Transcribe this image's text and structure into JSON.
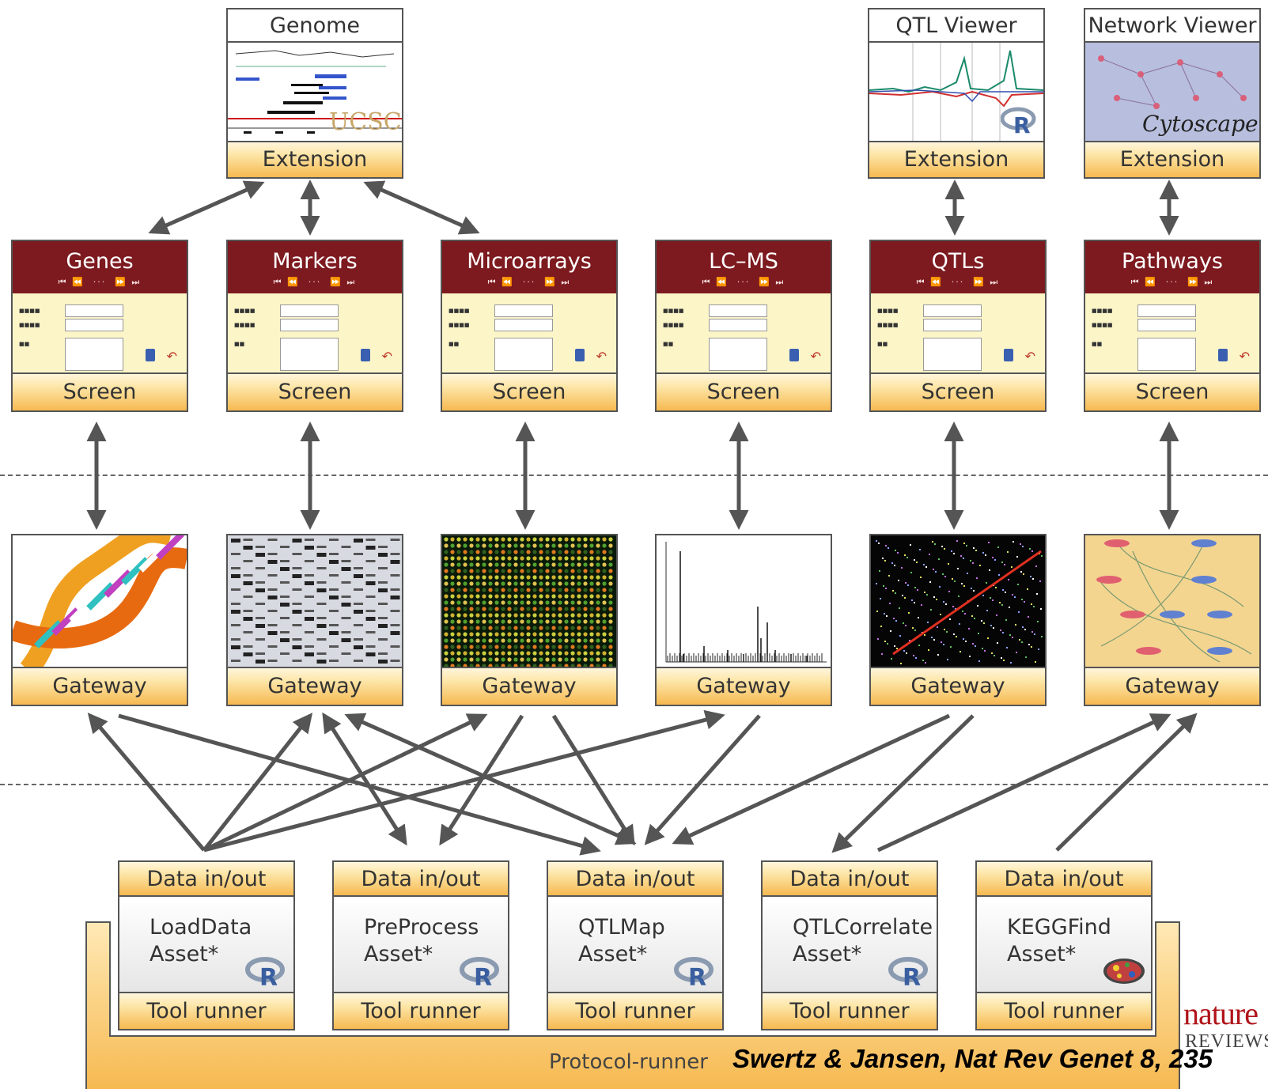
{
  "extensions": [
    {
      "title": "Genome Browser",
      "footer": "Extension",
      "logo": "UCSC"
    },
    {
      "title": "QTL Viewer",
      "footer": "Extension",
      "logo": "R"
    },
    {
      "title": "Network Viewer",
      "footer": "Extension",
      "logo": "Cytoscape"
    }
  ],
  "screens": [
    {
      "title": "Genes",
      "footer": "Screen"
    },
    {
      "title": "Markers",
      "footer": "Screen"
    },
    {
      "title": "Microarrays",
      "footer": "Screen"
    },
    {
      "title": "LC–MS",
      "footer": "Screen"
    },
    {
      "title": "QTLs",
      "footer": "Screen"
    },
    {
      "title": "Pathways",
      "footer": "Screen"
    }
  ],
  "gateways": [
    {
      "footer": "Gateway",
      "image": "dna-helix"
    },
    {
      "footer": "Gateway",
      "image": "marker-gel"
    },
    {
      "footer": "Gateway",
      "image": "microarray-grid"
    },
    {
      "footer": "Gateway",
      "image": "mass-spectrum"
    },
    {
      "footer": "Gateway",
      "image": "qtl-dotplot"
    },
    {
      "footer": "Gateway",
      "image": "pathway-network"
    }
  ],
  "tools": [
    {
      "header": "Data in/out",
      "name": "LoadData\nAsset*",
      "footer": "Tool runner",
      "logo": "R"
    },
    {
      "header": "Data in/out",
      "name": "PreProcess\nAsset*",
      "footer": "Tool runner",
      "logo": "R"
    },
    {
      "header": "Data in/out",
      "name": "QTLMap\nAsset*",
      "footer": "Tool runner",
      "logo": "R"
    },
    {
      "header": "Data in/out",
      "name": "QTLCorrelate\nAsset*",
      "footer": "Tool runner",
      "logo": "R"
    },
    {
      "header": "Data in/out",
      "name": "KEGGFind\nAsset*",
      "footer": "Tool runner",
      "logo": "kegg"
    }
  ],
  "protocol_runner": "Protocol-runner",
  "citation": "Swertz & Jansen, Nat Rev Genet 8, 235",
  "publisher": {
    "name": "nature",
    "sub": "REVIEWS"
  },
  "colors": {
    "screen_header": "#7d1a1f",
    "form_bg": "#fbf5c8",
    "accent_gold": "#f6b951",
    "arrow": "#555555"
  }
}
